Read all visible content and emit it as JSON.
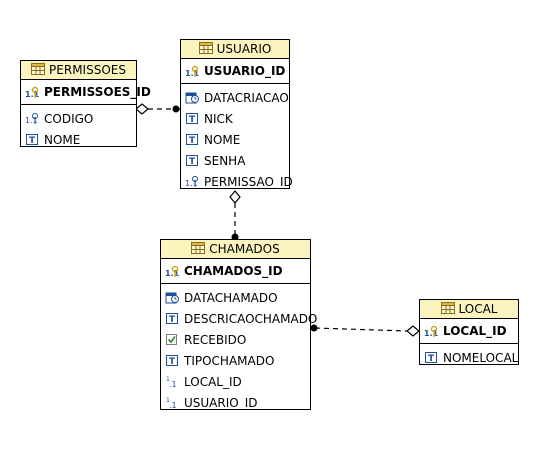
{
  "entities": {
    "permissoes": {
      "title": "PERMISSOES",
      "pk": "PERMISSOES_ID",
      "columns": [
        {
          "name": "CODIGO",
          "icon": "numeric-key-icon"
        },
        {
          "name": "NOME",
          "icon": "text-type-icon"
        }
      ]
    },
    "usuario": {
      "title": "USUARIO",
      "pk": "USUARIO_ID",
      "columns": [
        {
          "name": "DATACRIACAO",
          "icon": "datetime-icon"
        },
        {
          "name": "NICK",
          "icon": "text-type-icon"
        },
        {
          "name": "NOME",
          "icon": "text-type-icon"
        },
        {
          "name": "SENHA",
          "icon": "text-type-icon"
        },
        {
          "name": "PERMISSAO_ID",
          "icon": "numeric-key-icon"
        }
      ]
    },
    "chamados": {
      "title": "CHAMADOS",
      "pk": "CHAMADOS_ID",
      "columns": [
        {
          "name": "DATACHAMADO",
          "icon": "datetime-icon"
        },
        {
          "name": "DESCRICAOCHAMADO",
          "icon": "text-type-icon"
        },
        {
          "name": "RECEBIDO",
          "icon": "boolean-check-icon"
        },
        {
          "name": "TIPOCHAMADO",
          "icon": "text-type-icon"
        },
        {
          "name": "LOCAL_ID",
          "icon": "numeric-type-icon"
        },
        {
          "name": "USUARIO_ID",
          "icon": "numeric-type-icon"
        }
      ]
    },
    "local": {
      "title": "LOCAL",
      "pk": "LOCAL_ID",
      "columns": [
        {
          "name": "NOMELOCAL",
          "icon": "text-type-icon"
        }
      ]
    }
  },
  "colors": {
    "header_fill": "#fcf4bf",
    "border": "#000000",
    "icon_blue": "#1f4f9c"
  }
}
